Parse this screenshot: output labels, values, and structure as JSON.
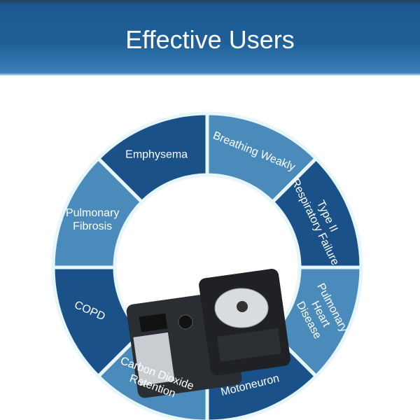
{
  "header": {
    "title": "Effective Users"
  },
  "colors": {
    "dark": "#1a5189",
    "light": "#4b8bbb",
    "header": "#1f5f98"
  },
  "segments": [
    {
      "label": [
        "Emphysema"
      ],
      "tone": "dark"
    },
    {
      "label": [
        "Breathing Weakly"
      ],
      "tone": "light"
    },
    {
      "label": [
        "Type II",
        "Respiratory Failure"
      ],
      "tone": "dark"
    },
    {
      "label": [
        "Pulmonary",
        "Heart",
        "Disease"
      ],
      "tone": "light"
    },
    {
      "label": [
        "Motoneuron"
      ],
      "tone": "dark"
    },
    {
      "label": [
        "Carbon Dioxide",
        "Retention"
      ],
      "tone": "light"
    },
    {
      "label": [
        "COPD"
      ],
      "tone": "dark"
    },
    {
      "label": [
        "Pulmonary",
        "Fibrosis"
      ],
      "tone": "light"
    }
  ]
}
